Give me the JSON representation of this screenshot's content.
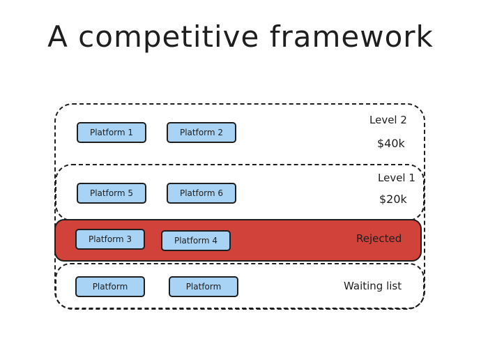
{
  "title": "A competitive framework",
  "tiers": {
    "level2": {
      "name": "Level 2",
      "amount": "$40k",
      "platforms": [
        "Platform 1",
        "Platform 2"
      ]
    },
    "level1": {
      "name": "Level 1",
      "amount": "$20k",
      "platforms": [
        "Platform 5",
        "Platform 6"
      ]
    },
    "rejected": {
      "name": "Rejected",
      "platforms": [
        "Platform 3",
        "Platform 4"
      ]
    },
    "waiting": {
      "name": "Waiting list",
      "platforms": [
        "Platform",
        "Platform"
      ]
    }
  },
  "colors": {
    "platform_fill": "#a9d3f5",
    "rejected_fill": "#d1423a",
    "stroke": "#1e1e1e"
  }
}
